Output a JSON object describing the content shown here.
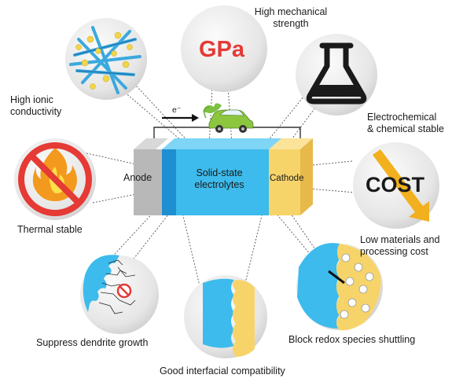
{
  "battery": {
    "anode": "Anode",
    "electrolyte_line1": "Solid-state",
    "electrolyte_line2": "electrolytes",
    "cathode": "Cathode",
    "electron": "e⁻"
  },
  "properties": {
    "ionic": {
      "line1": "High ionic",
      "line2": "conductivity"
    },
    "mechanical": {
      "line1": "High mechanical",
      "line2": "strength",
      "badge": "GPa"
    },
    "electrochemical": {
      "line1": "Electrochemical",
      "line2": "& chemical stable"
    },
    "thermal": {
      "line1": "Thermal stable"
    },
    "cost": {
      "line1": "Low materials and",
      "line2": "processing cost",
      "badge": "COST"
    },
    "dendrite": {
      "line1": "Suppress dendrite growth"
    },
    "interfacial": {
      "line1": "Good interfacial compatibility"
    },
    "redox": {
      "line1": "Block redox species shuttling"
    }
  },
  "icons": [
    "nanowire-network-icon",
    "flask-icon",
    "no-fire-icon",
    "cost-down-arrow-icon",
    "dendrite-block-icon",
    "interface-icon",
    "shuttle-block-icon",
    "electric-car-icon"
  ],
  "colors": {
    "electrolyte": "#3dbbec",
    "electrolyte_dark": "#1e8fd0",
    "cathode": "#f7d46a",
    "anode": "#b8b8b8",
    "accent_red": "#e53a35",
    "arrow_orange": "#f2b01e",
    "circle_bg": "#e9e9e9"
  }
}
